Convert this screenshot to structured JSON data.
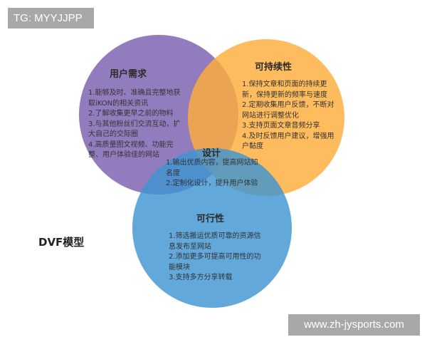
{
  "watermark_top": "TG: MYYJJPP",
  "watermark_bottom": "www.zh-jysports.com",
  "model_label": "DVF模型",
  "circles": {
    "user_needs": {
      "color": "#7b5fae",
      "title": "用户需求",
      "lines": [
        "1.能够及时、准确且完整地获",
        "取iKON的相关资讯",
        "2.了解收集更早之前的物料",
        "3.与其他粉丝们交流互动，扩",
        "大自己的交际圈",
        "4.高质量图文视频、功能完",
        "整、用户体验佳的网站"
      ]
    },
    "sustainability": {
      "color": "#ffad3b",
      "title": "可持续性",
      "lines": [
        "1.保持文章和页面的持续更",
        "新，保持更新的频率与速度",
        "2.定期收集用户反馈，不断对",
        "网站进行调整优化",
        "3.支持页面文章音频分享",
        "4.及时反馈用户建议，增强用",
        "户黏度"
      ]
    },
    "feasibility": {
      "color": "#3f95d2",
      "title": "可行性",
      "lines": [
        "1.筛选搬运优质可靠的资源信",
        "息发布至网站",
        "2.添加更多可提高可用性的功",
        "能模块",
        "3.支持多方分享转载"
      ]
    }
  },
  "center": {
    "title": "设计",
    "lines": [
      "1.输出优质内容，提高网站知",
      "名度",
      "2.定制化设计，提升用户体验"
    ]
  }
}
